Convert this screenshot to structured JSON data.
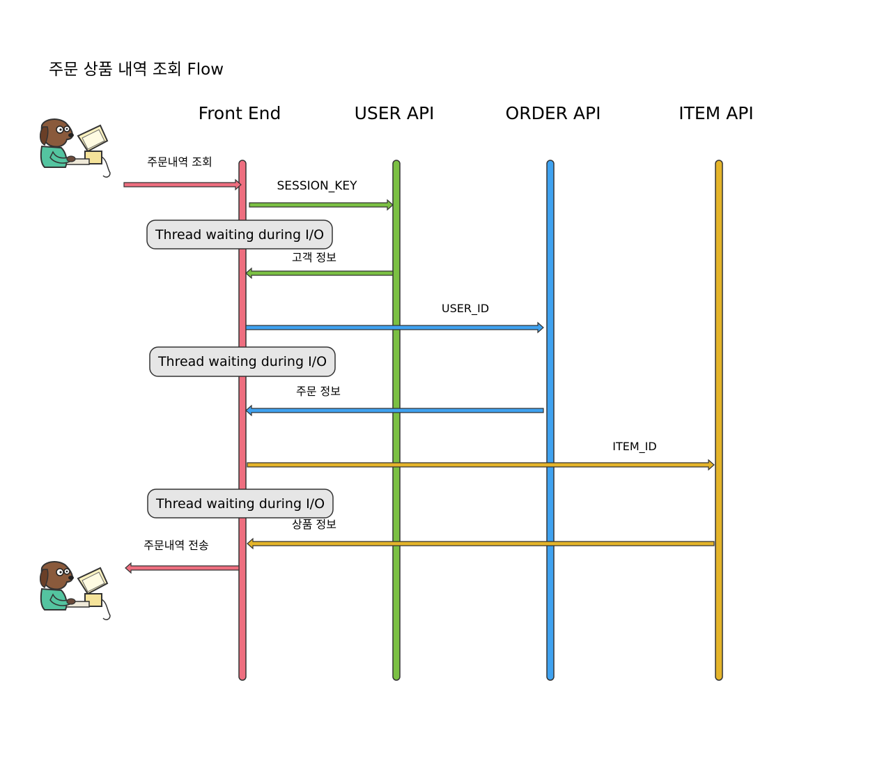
{
  "title": "주문 상품 내역 조회 Flow",
  "participants": [
    {
      "id": "fe",
      "label": "Front End",
      "color": "#ee6e7f"
    },
    {
      "id": "user",
      "label": "USER API",
      "color": "#7bc043"
    },
    {
      "id": "order",
      "label": "ORDER API",
      "color": "#3fa2f0"
    },
    {
      "id": "item",
      "label": "ITEM API",
      "color": "#e4b42a"
    }
  ],
  "messages": [
    {
      "from": "client",
      "to": "fe",
      "label": "주문내역 조회",
      "color": "#ee6e7f"
    },
    {
      "from": "fe",
      "to": "user",
      "label": "SESSION_KEY",
      "color": "#7bc043"
    },
    {
      "from": "user",
      "to": "fe",
      "label": "고객 정보",
      "color": "#7bc043"
    },
    {
      "from": "fe",
      "to": "order",
      "label": "USER_ID",
      "color": "#3fa2f0"
    },
    {
      "from": "order",
      "to": "fe",
      "label": "주문 정보",
      "color": "#3fa2f0"
    },
    {
      "from": "fe",
      "to": "item",
      "label": "ITEM_ID",
      "color": "#e4b42a"
    },
    {
      "from": "item",
      "to": "fe",
      "label": "상품 정보",
      "color": "#e4b42a"
    },
    {
      "from": "fe",
      "to": "client",
      "label": "주문내역 전송",
      "color": "#ee6e7f"
    }
  ],
  "notes": [
    "Thread waiting during I/O",
    "Thread waiting during I/O",
    "Thread waiting during I/O"
  ],
  "client_icon": "dog-at-computer-icon"
}
